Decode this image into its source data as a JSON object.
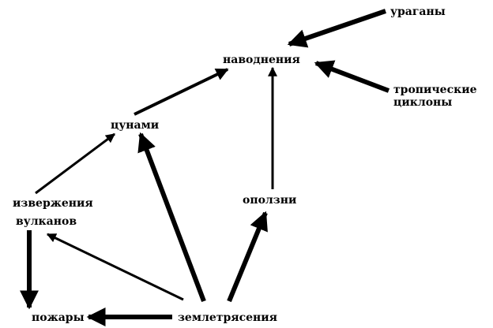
{
  "diagram": {
    "nodes": {
      "uragany": "ураганы",
      "navodneniya": "наводнения",
      "tropicheskie": "тропические",
      "tsiklony": "циклоны",
      "tsunami": "цунами",
      "izverzheniya": "извержения",
      "vulkanov": "вулканов",
      "opolzni": "оползни",
      "pozhary": "пожары",
      "zemletryaseniya": "землетрясения"
    },
    "edges": [
      {
        "from": "ураганы",
        "to": "наводнения"
      },
      {
        "from": "тропические циклоны",
        "to": "наводнения"
      },
      {
        "from": "цунами",
        "to": "наводнения"
      },
      {
        "from": "оползни",
        "to": "наводнения"
      },
      {
        "from": "извержения вулканов",
        "to": "цунами"
      },
      {
        "from": "землетрясения",
        "to": "цунами"
      },
      {
        "from": "землетрясения",
        "to": "оползни"
      },
      {
        "from": "землетрясения",
        "to": "извержения вулканов"
      },
      {
        "from": "извержения вулканов",
        "to": "пожары"
      },
      {
        "from": "землетрясения",
        "to": "пожары"
      }
    ],
    "colors": {
      "ink": "#000000",
      "background": "#ffffff"
    }
  }
}
